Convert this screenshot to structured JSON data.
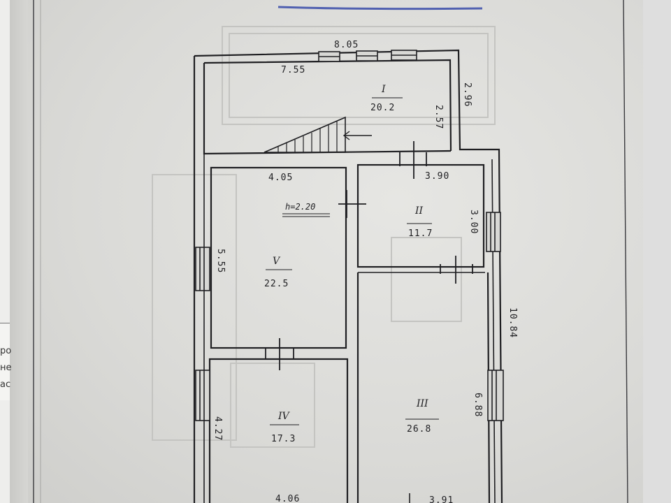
{
  "side_note": {
    "lines": [
      "ро",
      "не",
      "ас"
    ]
  },
  "plan": {
    "outer_dims": {
      "top_width": "8.05",
      "total_length": "10.84"
    },
    "room_heights": {
      "label": "h=2.20"
    },
    "rooms": [
      {
        "id": "I",
        "numeral": "I",
        "area": "20.2",
        "width": "7.55",
        "depth": "2.57",
        "outer_depth": "2.96"
      },
      {
        "id": "II",
        "numeral": "II",
        "area": "11.7",
        "width": "3.90",
        "depth": "3.00"
      },
      {
        "id": "III",
        "numeral": "III",
        "area": "26.8",
        "width": "3.91",
        "depth": "6.88"
      },
      {
        "id": "IV",
        "numeral": "IV",
        "area": "17.3",
        "width": "4.06",
        "depth": "4.27"
      },
      {
        "id": "V",
        "numeral": "V",
        "area": "22.5",
        "width": "4.05",
        "depth": "5.55"
      }
    ]
  },
  "colors": {
    "ink": "#1f1f22",
    "paper": "#dcdcd9",
    "ghost": "#c4c4c1",
    "stamp": "#5060b0"
  }
}
